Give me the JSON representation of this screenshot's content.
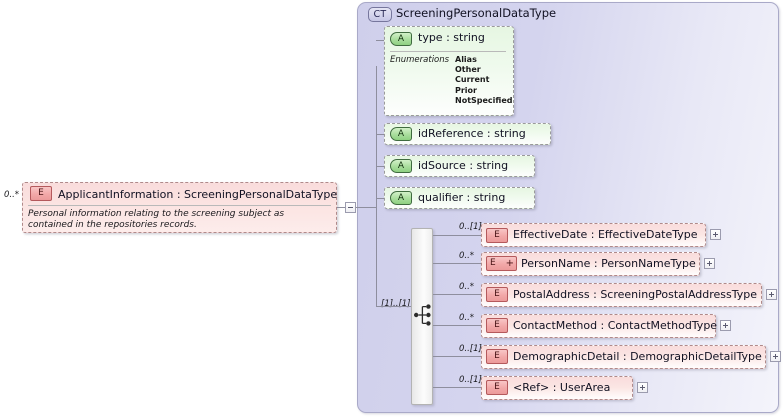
{
  "diagram": {
    "kind": "xsd-schema-diagram",
    "root_element": {
      "badge": "E",
      "label": "ApplicantInformation : ScreeningPersonalDataType",
      "cardinality": "0..*",
      "documentation": "Personal information relating to the screening subject as contained in the repositories records.",
      "toggle": "minus"
    },
    "complex_type": {
      "badge": "CT",
      "title": "ScreeningPersonalDataType",
      "attributes": [
        {
          "badge": "A",
          "label": "type      : string",
          "enumerations_title": "Enumerations",
          "enumerations": [
            "Alias",
            "Other",
            "Current",
            "Prior",
            "NotSpecified"
          ]
        },
        {
          "badge": "A",
          "label": "idReference : string"
        },
        {
          "badge": "A",
          "label": "idSource : string"
        },
        {
          "badge": "A",
          "label": "qualifier  : string"
        }
      ],
      "compositor": {
        "type": "sequence",
        "cardinality": "[1]..[1]"
      },
      "children": [
        {
          "badge": "E",
          "label": "EffectiveDate : EffectiveDateType",
          "cardinality": "0..[1]",
          "toggle": "plus",
          "substitution": false
        },
        {
          "badge": "E",
          "label": "PersonName : PersonNameType",
          "cardinality": "0..*",
          "toggle": "plus",
          "substitution": true
        },
        {
          "badge": "E",
          "label": "PostalAddress : ScreeningPostalAddressType",
          "cardinality": "0..*",
          "toggle": "plus",
          "substitution": false
        },
        {
          "badge": "E",
          "label": "ContactMethod : ContactMethodType",
          "cardinality": "0..*",
          "toggle": "plus",
          "substitution": false
        },
        {
          "badge": "E",
          "label": "DemographicDetail : DemographicDetailType",
          "cardinality": "0..[1]",
          "toggle": "plus",
          "substitution": false
        },
        {
          "badge": "E",
          "label": "<Ref>     : UserArea",
          "cardinality": "0..[1]",
          "toggle": "plus",
          "substitution": false
        }
      ]
    },
    "colors": {
      "element_fill": "#f9dcdc",
      "attribute_fill": "#e6f6e2",
      "container_fill": "#d4d4ee",
      "element_badge": "#ec9a9a",
      "attribute_badge": "#8fd082",
      "connector": "#8e8e9e"
    }
  }
}
